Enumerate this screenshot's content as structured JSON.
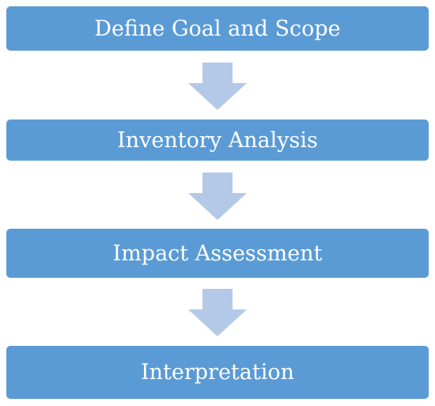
{
  "flowchart": {
    "steps": [
      {
        "label": "Define Goal and Scope"
      },
      {
        "label": "Inventory Analysis"
      },
      {
        "label": "Impact Assessment"
      },
      {
        "label": "Interpretation"
      }
    ],
    "colors": {
      "box_fill": "#5b9bd5",
      "box_text": "#ffffff",
      "arrow_fill": "#b4c9e8"
    }
  }
}
